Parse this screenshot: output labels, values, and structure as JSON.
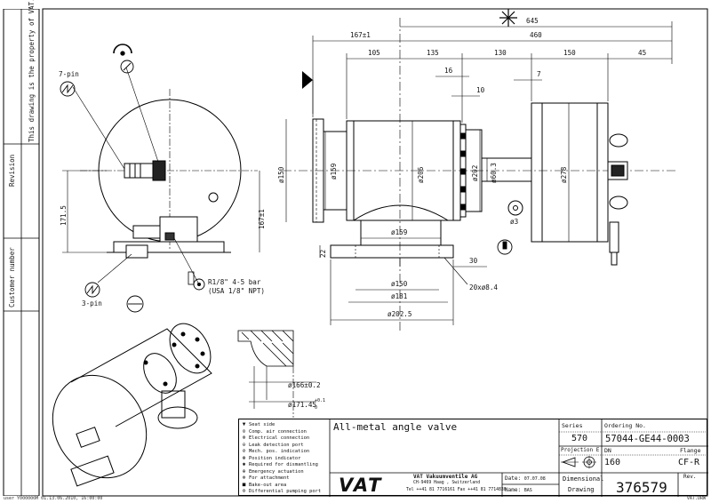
{
  "sidebar": {
    "property_note": "This drawing is the property of VAT.",
    "revision_label": "Revision",
    "customer_label": "Customer number"
  },
  "drawing": {
    "dims_top": {
      "d645": "645",
      "d167": "167±1",
      "d460": "460",
      "d105": "105",
      "d135": "135",
      "d130": "130",
      "d150": "150",
      "d45": "45",
      "d16": "16",
      "d10": "10",
      "d7": "7"
    },
    "dims_side": {
      "d150": "ø150",
      "d159": "ø159",
      "d206": "ø206",
      "d202": "ø202",
      "d60": "ø60.3",
      "d278": "ø278",
      "d167v": "167±1",
      "d171": "171.5",
      "d3": "ø3",
      "d22": "22"
    },
    "dims_bottom": {
      "d159": "ø159",
      "d150": "ø150",
      "d181": "ø181",
      "d2025": "ø202.5",
      "d30": "30",
      "holes": "20xø8.4"
    },
    "detail": {
      "d166": "ø166±0.2",
      "d171": "ø171.45",
      "tol_upper": "+0.1",
      "tol_lower": "0"
    },
    "labels": {
      "pin7": "7-pin",
      "pin3": "3-pin",
      "air1": "R1/8\" 4-5 bar",
      "air2": "(USA 1/8\" NPT)"
    }
  },
  "title_block": {
    "legend": [
      {
        "icon": "▼",
        "text": "Seat side"
      },
      {
        "icon": "⊙",
        "text": "Comp. air connection"
      },
      {
        "icon": "⊗",
        "text": "Electrical connection"
      },
      {
        "icon": "⊖",
        "text": "Leak detection port"
      },
      {
        "icon": "⊘",
        "text": "Mech. pos. indication"
      },
      {
        "icon": "⊛",
        "text": "Position indicator"
      },
      {
        "icon": "✱",
        "text": "Required for dismantling"
      },
      {
        "icon": "⊕",
        "text": "Emergency actuation"
      },
      {
        "icon": "⊚",
        "text": "For attachment"
      },
      {
        "icon": "■",
        "text": "Bake-out area"
      },
      {
        "icon": "⊜",
        "text": "Differential pumping port"
      }
    ],
    "title": "All-metal angle valve",
    "company_name": "VAT Vakuumventile AG",
    "company_addr": "CH-9469 Haag , Switzerland",
    "company_phone": "Tel ++41 81 7716161 Fax ++41 81 7714830",
    "logo_text": "VAT",
    "date_label": "Date:",
    "date_value": "07.07.08",
    "name_label": "Name:",
    "name_value": "BAS",
    "series_label": "Series",
    "series_value": "570",
    "ordering_label": "Ordering No.",
    "ordering_value": "57044-GE44-0003",
    "projection_label": "Projection E",
    "dn_label": "DN",
    "dn_value": "160",
    "flange_label": "Flange",
    "flange_value": "CF-R",
    "dimensional_label": "Dimensional",
    "drawing_label": "Drawing",
    "drawing_number": "376579",
    "rev_label": "Rev."
  },
  "footer": {
    "left": "user Y000000M 01.13.06.2010, 16:00:00",
    "right": "VAT.DRW"
  }
}
